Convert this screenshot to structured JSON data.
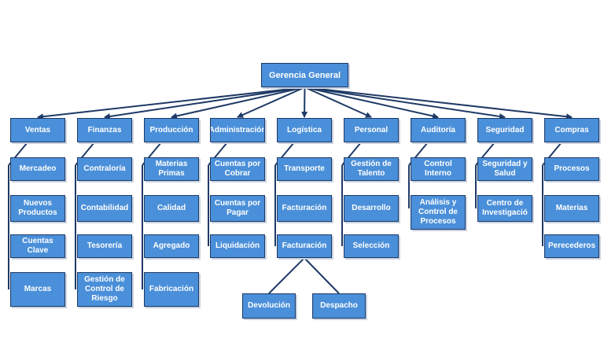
{
  "root": "Gerencia General",
  "departments": [
    {
      "name": "Ventas",
      "items": [
        "Mercadeo",
        "Nuevos\nProductos",
        "Cuentas\nClave",
        "Marcas"
      ]
    },
    {
      "name": "Finanzas",
      "items": [
        "Contraloría",
        "Contabilidad",
        "Tesorería",
        "Gestión de\nControl de\nRiesgo"
      ]
    },
    {
      "name": "Producción",
      "items": [
        "Materias\nPrimas",
        "Calidad",
        "Agregado",
        "Fabricación"
      ]
    },
    {
      "name": "Administración",
      "items": [
        "Cuentas por\nCobrar",
        "Cuentas por\nPagar",
        "Liquidación"
      ]
    },
    {
      "name": "Logística",
      "items": [
        "Transporte",
        "Facturación",
        "Facturación"
      ],
      "subitems": [
        "Devolución",
        "Despacho"
      ]
    },
    {
      "name": "Personal",
      "items": [
        "Gestión de\nTalento",
        "Desarrollo",
        "Selección"
      ]
    },
    {
      "name": "Auditoría",
      "items": [
        "Control\nInterno",
        "Análisis y\nControl de\nProcesos"
      ]
    },
    {
      "name": "Seguridad",
      "items": [
        "Seguridad y\nSalud",
        "Centro de\nInvestigació"
      ]
    },
    {
      "name": "Compras",
      "items": [
        "Procesos",
        "Materias",
        "Perecederos"
      ]
    }
  ],
  "colors": {
    "box_fill": "#4a8fd9",
    "box_border": "#1f3a66",
    "line": "#1f3a66"
  }
}
